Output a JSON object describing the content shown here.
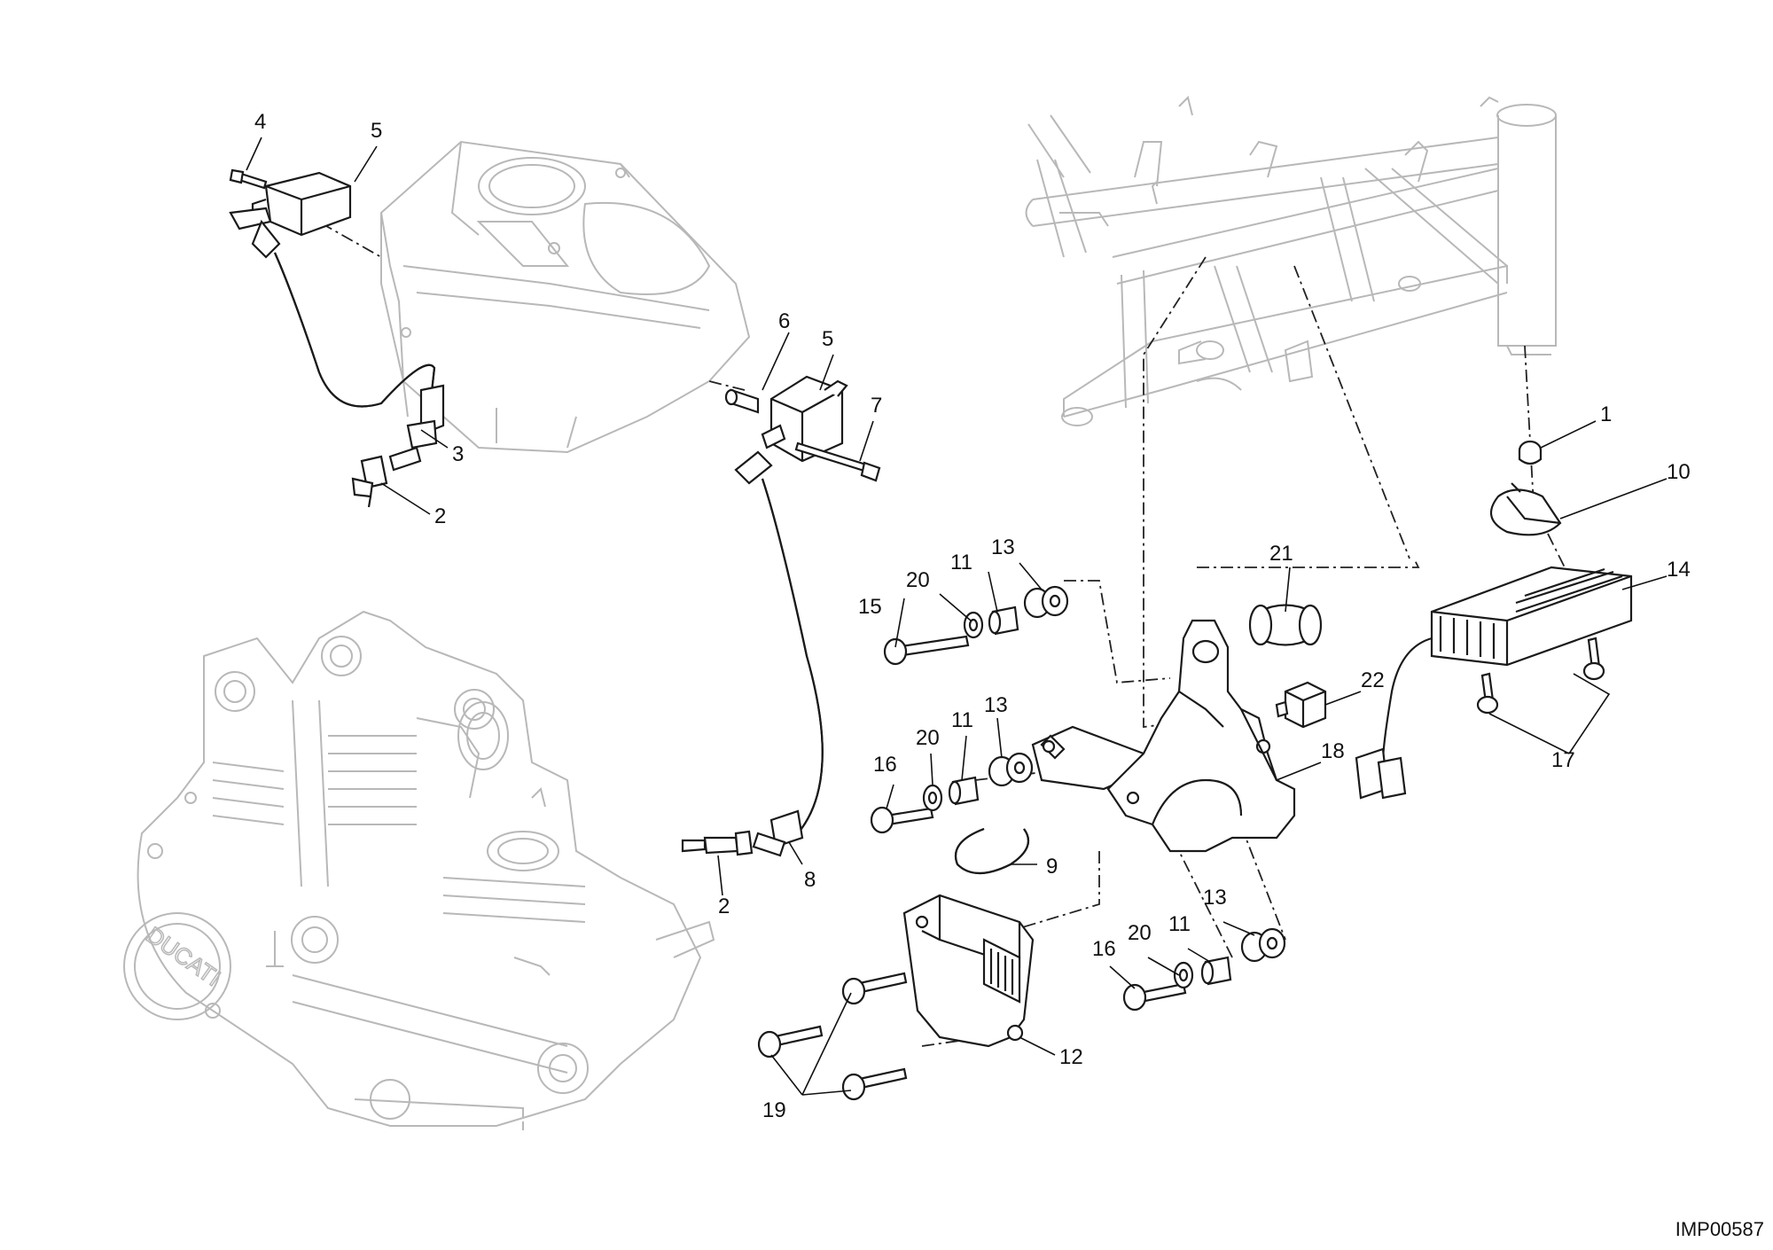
{
  "drawing_code": "IMP00587",
  "callouts": [
    {
      "id": "c1",
      "label": "1"
    },
    {
      "id": "c2a",
      "label": "2"
    },
    {
      "id": "c2b",
      "label": "2"
    },
    {
      "id": "c3",
      "label": "3"
    },
    {
      "id": "c4",
      "label": "4"
    },
    {
      "id": "c5a",
      "label": "5"
    },
    {
      "id": "c5b",
      "label": "5"
    },
    {
      "id": "c6",
      "label": "6"
    },
    {
      "id": "c7",
      "label": "7"
    },
    {
      "id": "c8",
      "label": "8"
    },
    {
      "id": "c9",
      "label": "9"
    },
    {
      "id": "c10",
      "label": "10"
    },
    {
      "id": "c11a",
      "label": "11"
    },
    {
      "id": "c11b",
      "label": "11"
    },
    {
      "id": "c11c",
      "label": "11"
    },
    {
      "id": "c12",
      "label": "12"
    },
    {
      "id": "c13a",
      "label": "13"
    },
    {
      "id": "c13b",
      "label": "13"
    },
    {
      "id": "c13c",
      "label": "13"
    },
    {
      "id": "c14",
      "label": "14"
    },
    {
      "id": "c15",
      "label": "15"
    },
    {
      "id": "c16a",
      "label": "16"
    },
    {
      "id": "c16b",
      "label": "16"
    },
    {
      "id": "c17",
      "label": "17"
    },
    {
      "id": "c18",
      "label": "18"
    },
    {
      "id": "c19",
      "label": "19"
    },
    {
      "id": "c20a",
      "label": "20"
    },
    {
      "id": "c20b",
      "label": "20"
    },
    {
      "id": "c20c",
      "label": "20"
    },
    {
      "id": "c21",
      "label": "21"
    },
    {
      "id": "c22",
      "label": "22"
    }
  ],
  "engine_logo_text": "DUCATI"
}
